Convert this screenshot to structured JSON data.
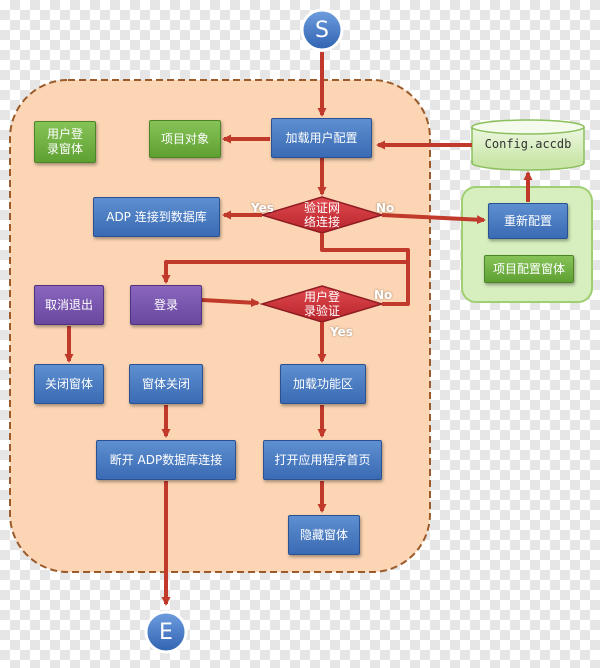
{
  "colors": {
    "container_fill": "#fcd5b4",
    "container_border": "#9b5b2b",
    "arrow": "#c0392b",
    "blue_box": "#3f72ba",
    "purple_box": "#7452a8",
    "green_box": "#6ab03b",
    "diamond": "#d0313a",
    "circle": "#3b74c6",
    "panel_fill": "#d7efbf"
  },
  "start": "S",
  "end": "E",
  "container_label": "用户登\n录窗体",
  "nodes": {
    "project_object": "项目对象",
    "load_user_config": "加载用户配置",
    "config_file": "Config.accdb",
    "adp_connect_db": "ADP 连接到数据库",
    "verify_network": "验证网\n络连接",
    "reconfigure": "重新配置",
    "project_config_window": "项目配置窗体",
    "login": "登录",
    "verify_user_login": "用户登\n录验证",
    "cancel_exit": "取消退出",
    "close_window_1": "关闭窗体",
    "window_close": "窗体关闭",
    "load_function_area": "加载功能区",
    "disconnect_adp": "断开 ADP数据库连接",
    "open_app_home": "打开应用程序首页",
    "hide_window": "隐藏窗体"
  },
  "edge_labels": {
    "network_yes": "Yes",
    "network_no": "No",
    "login_yes": "Yes",
    "login_no": "No"
  }
}
